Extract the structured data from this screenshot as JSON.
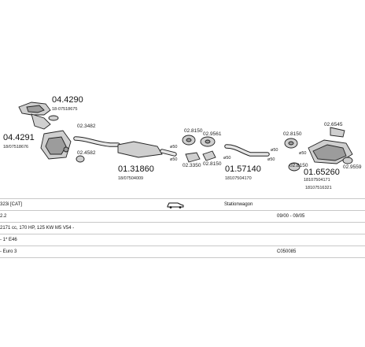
{
  "diagram": {
    "part_numbers": {
      "p1": "04.4290",
      "p1_ref": "18-07518675",
      "p2": "04.4291",
      "p2_ref": "18/07518676",
      "p3": "02.3482",
      "p4": "02.4582",
      "p5": "01.31860",
      "p5_ref": "18/07504009",
      "p6": "02.8150",
      "p7": "02.9561",
      "p8": "02.3350",
      "p9": "02.8150",
      "p10": "01.57140",
      "p10_ref": "18107504170",
      "p11": "02.8150",
      "p12": "02.6545",
      "p13": "02.8150",
      "p14": "01.65260",
      "p14_ref1": "18107504171",
      "p14_ref2": "18107516321",
      "p15": "02.9559",
      "d1": "ø50",
      "d2": "ø50",
      "d3": "ø50",
      "d4": "ø50",
      "d5": "ø50",
      "d6": "ø50"
    }
  },
  "info": {
    "row1": {
      "model": "323i  [CAT]",
      "body": "Stationwagon"
    },
    "row2": {
      "model": "2.2",
      "period": "09/00 - 09/05"
    },
    "row3": {
      "engine": "2171 cc, 170 HP, 125 KW M5 V54 -"
    },
    "row4": {
      "chassis": "- 1* E46"
    },
    "row5": {
      "norm": "- Euro 3",
      "code": "C050085"
    }
  }
}
